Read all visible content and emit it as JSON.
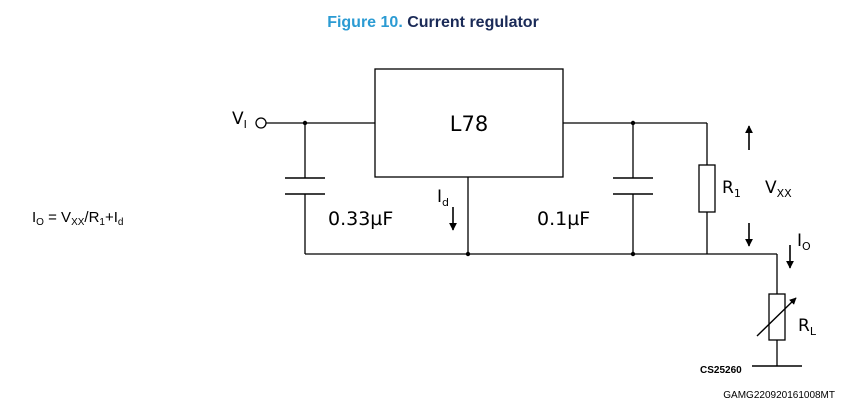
{
  "title": {
    "number": "Figure 10.",
    "name": "Current regulator"
  },
  "equation": {
    "io": "I",
    "o_sub": "O",
    "eq": " = V",
    "xx_sub": "XX",
    "div": "/R",
    "one_sub": "1",
    "plus": "+I",
    "d_sub": "d"
  },
  "circuit": {
    "input": {
      "symbol": "V",
      "sub": "I"
    },
    "regulator": {
      "label": "L78"
    },
    "cap_in": {
      "label": "0.33µF"
    },
    "cap_out": {
      "label": "0.1µF"
    },
    "id_current": {
      "symbol": "I",
      "sub": "d"
    },
    "r1": {
      "symbol": "R",
      "sub": "1"
    },
    "vxx": {
      "symbol": "V",
      "sub": "XX"
    },
    "io_current": {
      "symbol": "I",
      "sub": "O"
    },
    "rl": {
      "symbol": "R",
      "sub": "L"
    }
  },
  "codes": {
    "cs": "CS25260",
    "gamg": "GAMG220920161008MT"
  },
  "colors": {
    "title_number": "#2b9bd3",
    "title_name": "#1a2a57",
    "line": "#000000"
  }
}
